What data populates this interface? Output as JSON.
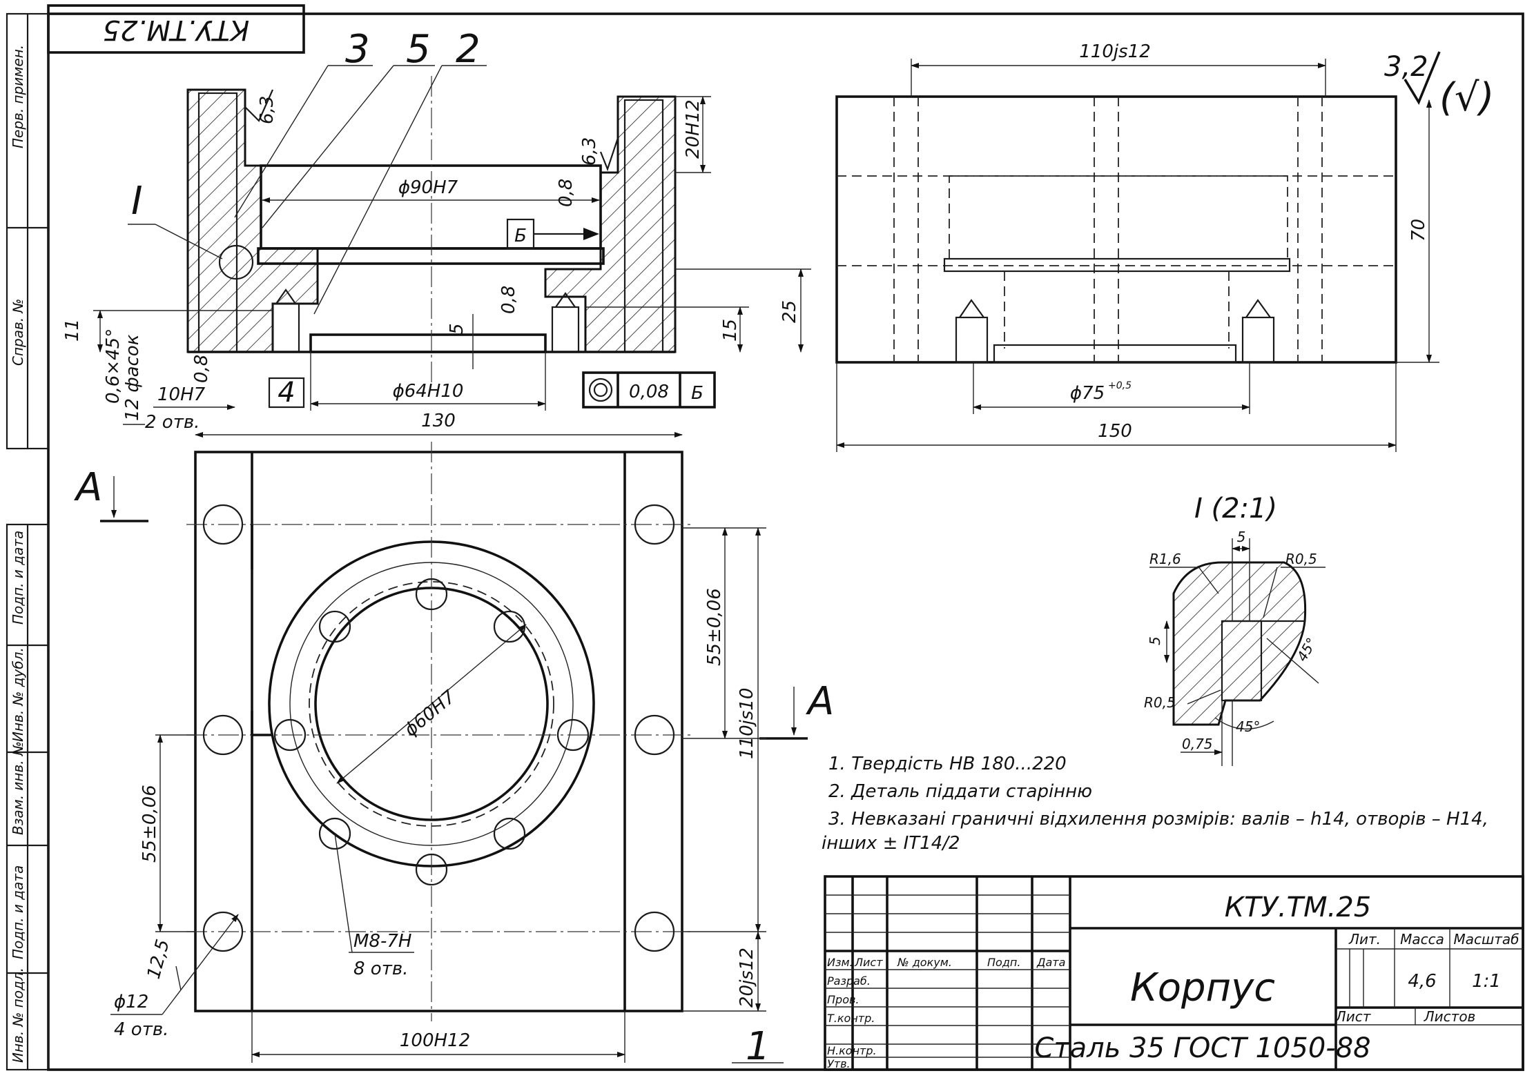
{
  "drawing": {
    "code": "КТУ.ТМ.25",
    "code_mirror": "КТУ.ТМ.25",
    "part_name": "Корпус",
    "material": "Сталь 35 ГОСТ 1050-88",
    "mass": "4,6",
    "scale": "1:1",
    "sheet_number_mark": "1"
  },
  "side_stamp": {
    "perv_primen": "Перв. примен.",
    "sprav_no": "Справ. №",
    "podp_data_1": "Подп. и дата",
    "inv_dubl": "Инв. № дубл.",
    "vzam_inv": "Взам. инв. №",
    "podp_data_2": "Подп. и дата",
    "inv_podl": "Инв. № подл."
  },
  "title_block": {
    "col_izm": "Изм.",
    "col_list": "Лист",
    "col_docum": "№ докум.",
    "col_podp": "Подп.",
    "col_data": "Дата",
    "row_razrab": "Разраб.",
    "row_prov": "Пров.",
    "row_tkontr": "Т.контр.",
    "row_nkontr": "Н.контр.",
    "row_utv": "Утв.",
    "lit": "Лит.",
    "massa": "Масса",
    "masshtab": "Масштаб",
    "list": "Лист",
    "listov": "Листов"
  },
  "section_view": {
    "callouts": [
      "3",
      "5",
      "2",
      "4",
      "I"
    ],
    "roughness_left": "6,3",
    "roughness_right": "6,3",
    "roughness_08_a": "0,8",
    "roughness_08_b": "0,8",
    "roughness_08_c": "0,8",
    "bore": "ϕ90H7",
    "base_letter": "Б",
    "dim_20H12": "20H12",
    "dim_25": "25",
    "dim_15": "15",
    "dim_11": "11",
    "dim_5": "5",
    "chamfer": "0,6×45°",
    "chamfer_count": "12 фасок",
    "hole_fit": "10H7",
    "hole_count": "2 отв.",
    "dim_64": "ϕ64H10",
    "tolerance_value": "0,08",
    "tolerance_base": "Б"
  },
  "front_view": {
    "dim_110js12": "110js12",
    "roughness_general": "3,2",
    "roughness_general_note": "(√)",
    "dim_70": "70",
    "dim_75": "ϕ75",
    "dim_75_tol": "+0,5",
    "dim_150": "150"
  },
  "plan_view": {
    "section_mark": "А",
    "dim_130": "130",
    "dim_55_top": "55±0,06",
    "dim_110js10": "110js10",
    "dim_55_left": "55±0,06",
    "dim_60": "ϕ60H7",
    "thread": "M8-7H",
    "thread_count": "8 отв.",
    "dim_12_5": "12,5",
    "dim_12": "ϕ12",
    "hole_count_4": "4 отв.",
    "dim_100": "100H12",
    "dim_20js12": "20js12"
  },
  "detail_view": {
    "title": "I (2:1)",
    "r16": "R1,6",
    "r05_a": "R0,5",
    "r05_b": "R0,5",
    "dim_5_top": "5",
    "dim_5_side": "5",
    "angle_a": "45°",
    "angle_b": "45°",
    "dim_075": "0,75"
  },
  "notes": [
    "1.   Твердість НВ 180...220",
    "2.   Деталь піддати старінню",
    "3.   Невказані граничні відхилення розмірів: валів – h14, отворів –  H14,",
    "інших ± IT14/2"
  ]
}
